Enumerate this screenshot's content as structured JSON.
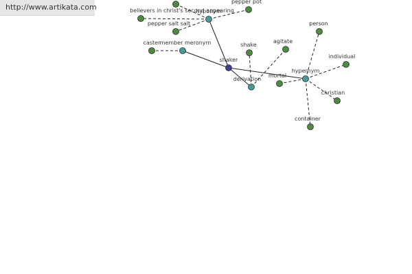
{
  "watermark": {
    "url": "http://www.artikata.com"
  },
  "colors": {
    "center": "#3a3f8f",
    "relation": "#4a9a9a",
    "leaf": "#4f8a3f",
    "edge": "#222222"
  },
  "graph": {
    "center": {
      "id": "shaker",
      "label": "shaker"
    },
    "relations": [
      {
        "id": "hyponym",
        "label": "hyponym"
      },
      {
        "id": "member_meronym",
        "label": "member meronym"
      },
      {
        "id": "derivation",
        "label": "derivation"
      },
      {
        "id": "hypernym",
        "label": "hypernym"
      }
    ],
    "leaves": [
      {
        "id": "believers",
        "label": "believers in christ's second appearing",
        "relation": "hyponym"
      },
      {
        "id": "pepper_pot",
        "label": "pepper pot",
        "relation": "hyponym"
      },
      {
        "id": "pepper_salt",
        "label": "pepper salt salt",
        "relation": "hyponym"
      },
      {
        "id": "top_node",
        "label": "",
        "relation": "hyponym"
      },
      {
        "id": "caster",
        "label": "caster",
        "relation": "member_meronym"
      },
      {
        "id": "shake",
        "label": "shake",
        "relation": "derivation"
      },
      {
        "id": "agitate",
        "label": "agitate",
        "relation": "derivation"
      },
      {
        "id": "person",
        "label": "person",
        "relation": "hypernym"
      },
      {
        "id": "individual",
        "label": "individual",
        "relation": "hypernym"
      },
      {
        "id": "mortal",
        "label": "mortal",
        "relation": "hypernym"
      },
      {
        "id": "christian",
        "label": "christian",
        "relation": "hypernym"
      },
      {
        "id": "container",
        "label": "container",
        "relation": "hypernym"
      }
    ]
  }
}
